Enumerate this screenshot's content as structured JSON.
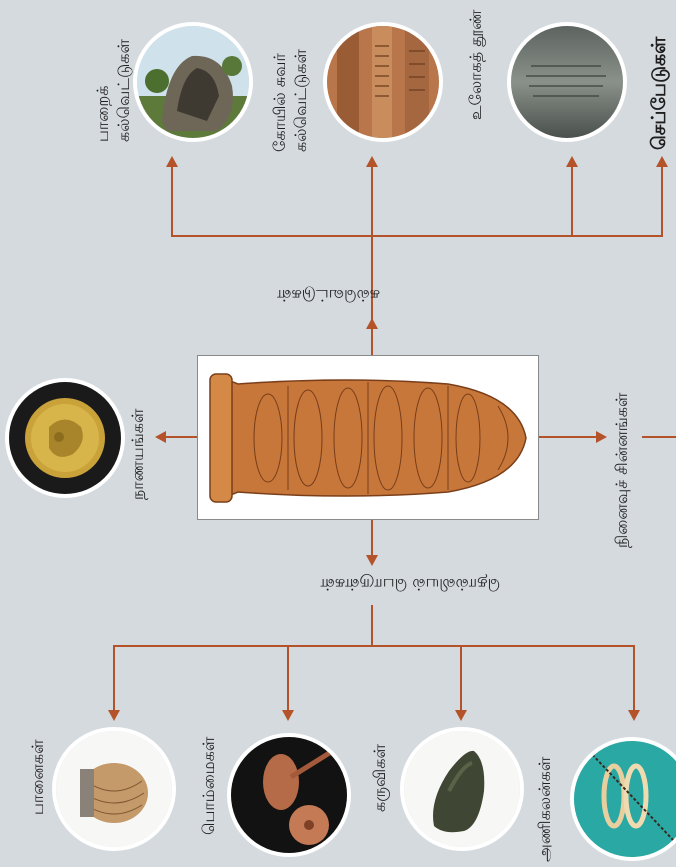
{
  "top_group": {
    "heading": "கல்வெட்டுகள்",
    "items": [
      {
        "label_line1": "பாறைக்",
        "label_line2": "கல்வெட்டுகள்",
        "icon": "rock-inscription-photo"
      },
      {
        "label_line1": "கோயில் சுவர்",
        "label_line2": "கல்வெட்டுகள்",
        "icon": "temple-wall-inscription-photo"
      },
      {
        "label_line1": "உலோகத் தூண்",
        "label_line2": "",
        "icon": "metal-pillar-photo"
      },
      {
        "label_line1": "செப்பேடுகள்",
        "label_line2": "",
        "icon": "copper-plate-photo"
      }
    ]
  },
  "left_item": {
    "label": "நாணயங்கள்",
    "icon": "gold-coin-photo"
  },
  "right_item": {
    "label": "நினைவுச் சின்னங்கள்"
  },
  "bottom_group": {
    "heading": "தொல்லியல் பொருள்கள்",
    "items": [
      {
        "label": "பானைகள்",
        "icon": "pottery-jar-photo"
      },
      {
        "label": "பொம்மைகள்",
        "icon": "terracotta-toy-photo"
      },
      {
        "label": "கருவிகள்",
        "icon": "stone-tool-photo"
      },
      {
        "label": "அணிகலன்கள்",
        "icon": "bead-necklace-photo"
      }
    ]
  },
  "center_image": {
    "icon": "decorated-pottery-vessel"
  },
  "colors": {
    "connector": "#b4532a",
    "background": "#d5dadf"
  }
}
